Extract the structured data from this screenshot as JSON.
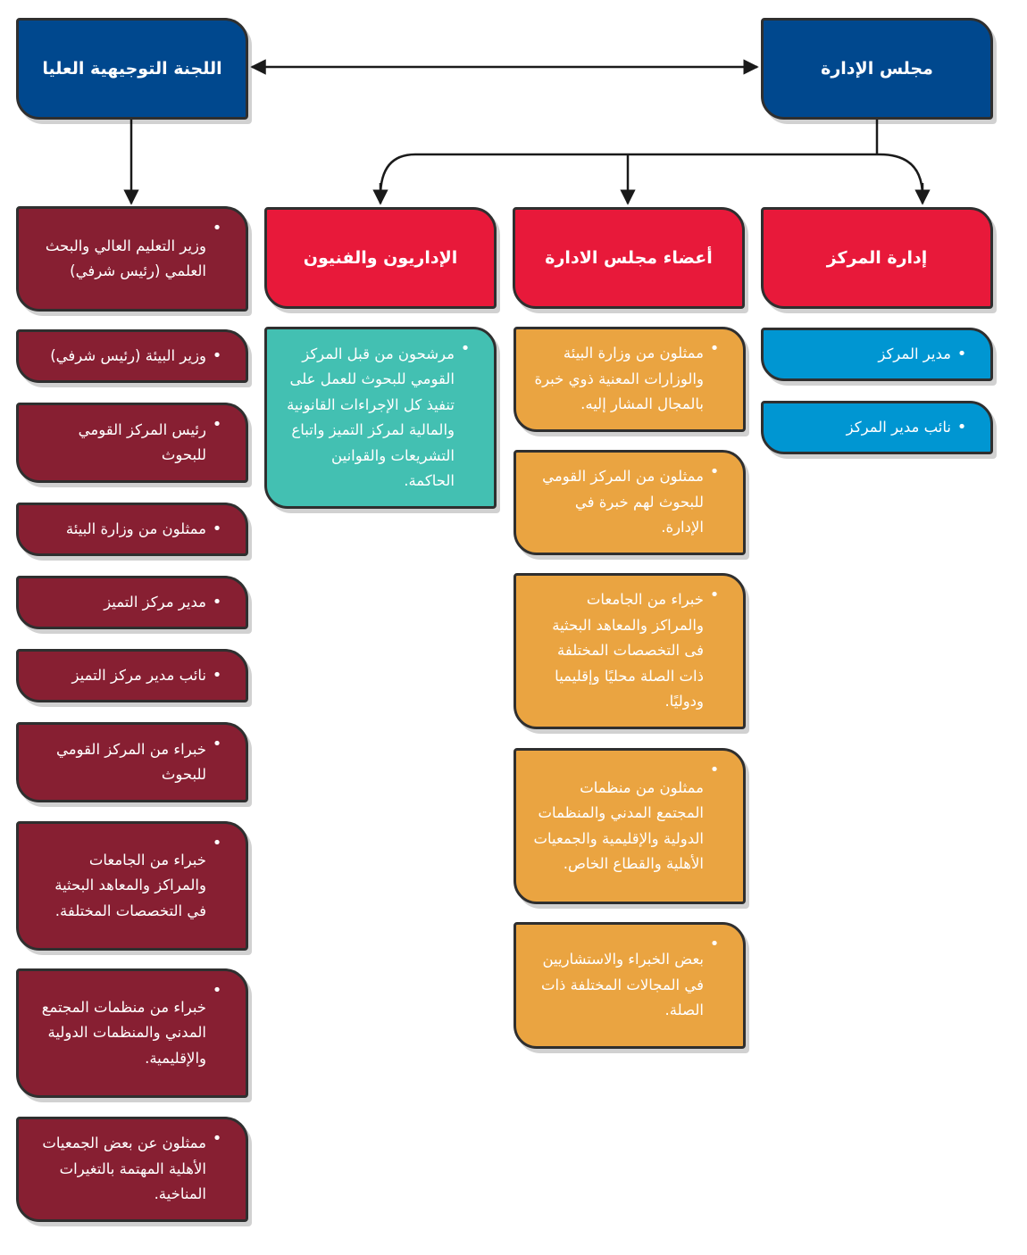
{
  "colors": {
    "navy": "#00488e",
    "red": "#e8193a",
    "maroon": "#871f32",
    "orange": "#eaa441",
    "teal": "#43c0b2",
    "blue": "#0096d2"
  },
  "top": {
    "board": "مجلس الإدارة",
    "steering_committee": "اللجنة التوجيهية العليا"
  },
  "columns": {
    "center_management": {
      "title": "إدارة المركز",
      "items": [
        "مدير المركز",
        "نائب مدير المركز"
      ]
    },
    "board_members": {
      "title": "أعضاء مجلس الادارة",
      "items": [
        "ممثلون من وزارة البيئة والوزارات المعنية ذوي خبرة بالمجال المشار إليه.",
        "ممثلون من المركز القومي للبحوث لهم خبرة في الإدارة.",
        "خبراء من الجامعات والمراكز والمعاهد البحثية فى التخصصات المختلفة ذات الصلة محليًا وإقليميا ودوليًا.",
        "ممثلون من منظمات المجتمع المدني والمنظمات الدولية والإقليمية والجمعيات الأهلية والقطاع الخاص.",
        "بعض الخبراء والاستشاريين في المجالات المختلفة ذات الصلة."
      ]
    },
    "admin_technical": {
      "title": "الإداريون والفنيون",
      "items": [
        "مرشحون من قبل المركز القومي للبحوث للعمل على تنفيذ كل الإجراءات القانونية والمالية لمركز التميز واتباع التشريعات والقوانين الحاكمة."
      ]
    },
    "steering_members": {
      "items": [
        "وزير التعليم العالي والبحث العلمي (رئيس شرفي)",
        "وزير البيئة (رئيس شرفي)",
        "رئيس المركز القومي للبحوث",
        "ممثلون من وزارة البيئة",
        "مدير مركز التميز",
        "نائب مدير مركز التميز",
        "خبراء من المركز القومي للبحوث",
        "خبراء من الجامعات والمراكز والمعاهد البحثية في التخصصات المختلفة.",
        "خبراء من منظمات المجتمع المدني والمنظمات الدولية والإقليمية.",
        "ممثلون عن بعض الجمعيات الأهلية المهتمة بالتغيرات المناخية."
      ]
    }
  }
}
